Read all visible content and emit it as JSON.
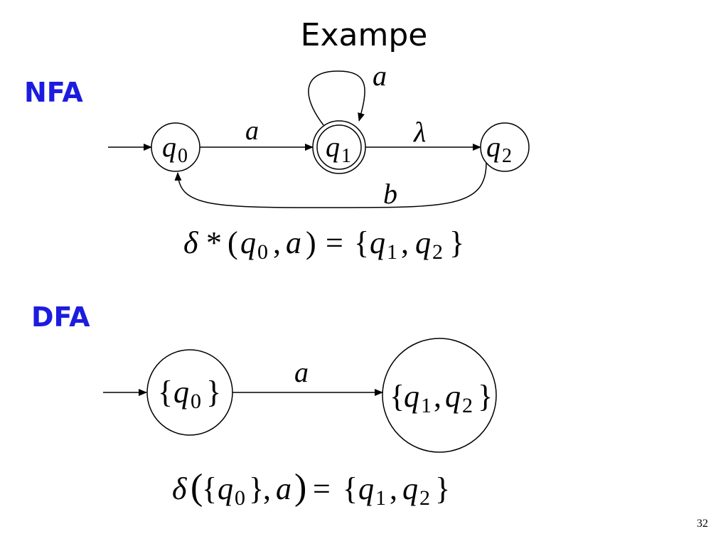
{
  "slide": {
    "title": "Exampe",
    "page_number": "32"
  },
  "nfa": {
    "label": "NFA",
    "states": {
      "q0": {
        "sym": "q",
        "sub": "0"
      },
      "q1": {
        "sym": "q",
        "sub": "1",
        "accepting": true
      },
      "q2": {
        "sym": "q",
        "sub": "2"
      }
    },
    "transitions": {
      "q0_q1": "a",
      "q1_loop": "a",
      "q1_q2": "λ",
      "q2_q0": "b"
    },
    "equation": {
      "lhs_func": "δ",
      "star": "*",
      "open": "(",
      "arg_state": "q",
      "arg_sub": "0",
      "comma1": ",",
      "arg_symbol": "a",
      "close": ")",
      "equals": "=",
      "set_open": "{",
      "r1": "q",
      "r1_sub": "1",
      "comma2": ",",
      "r2": "q",
      "r2_sub": "2",
      "set_close": "}"
    }
  },
  "dfa": {
    "label": "DFA",
    "states": {
      "s0": {
        "open": "{",
        "sym": "q",
        "sub": "0",
        "close": "}"
      },
      "s1": {
        "open": "{",
        "sym1": "q",
        "sub1": "1",
        "comma": ",",
        "sym2": "q",
        "sub2": "2",
        "close": "}"
      }
    },
    "transitions": {
      "s0_s1": "a"
    },
    "equation": {
      "func": "δ",
      "open": "(",
      "set_open": "{",
      "arg_state": "q",
      "arg_sub": "0",
      "set_close": "}",
      "comma1": ",",
      "arg_symbol": "a",
      "close": ")",
      "equals": "=",
      "res_open": "{",
      "r1": "q",
      "r1_sub": "1",
      "comma2": ",",
      "r2": "q",
      "r2_sub": "2",
      "res_close": "}"
    }
  }
}
